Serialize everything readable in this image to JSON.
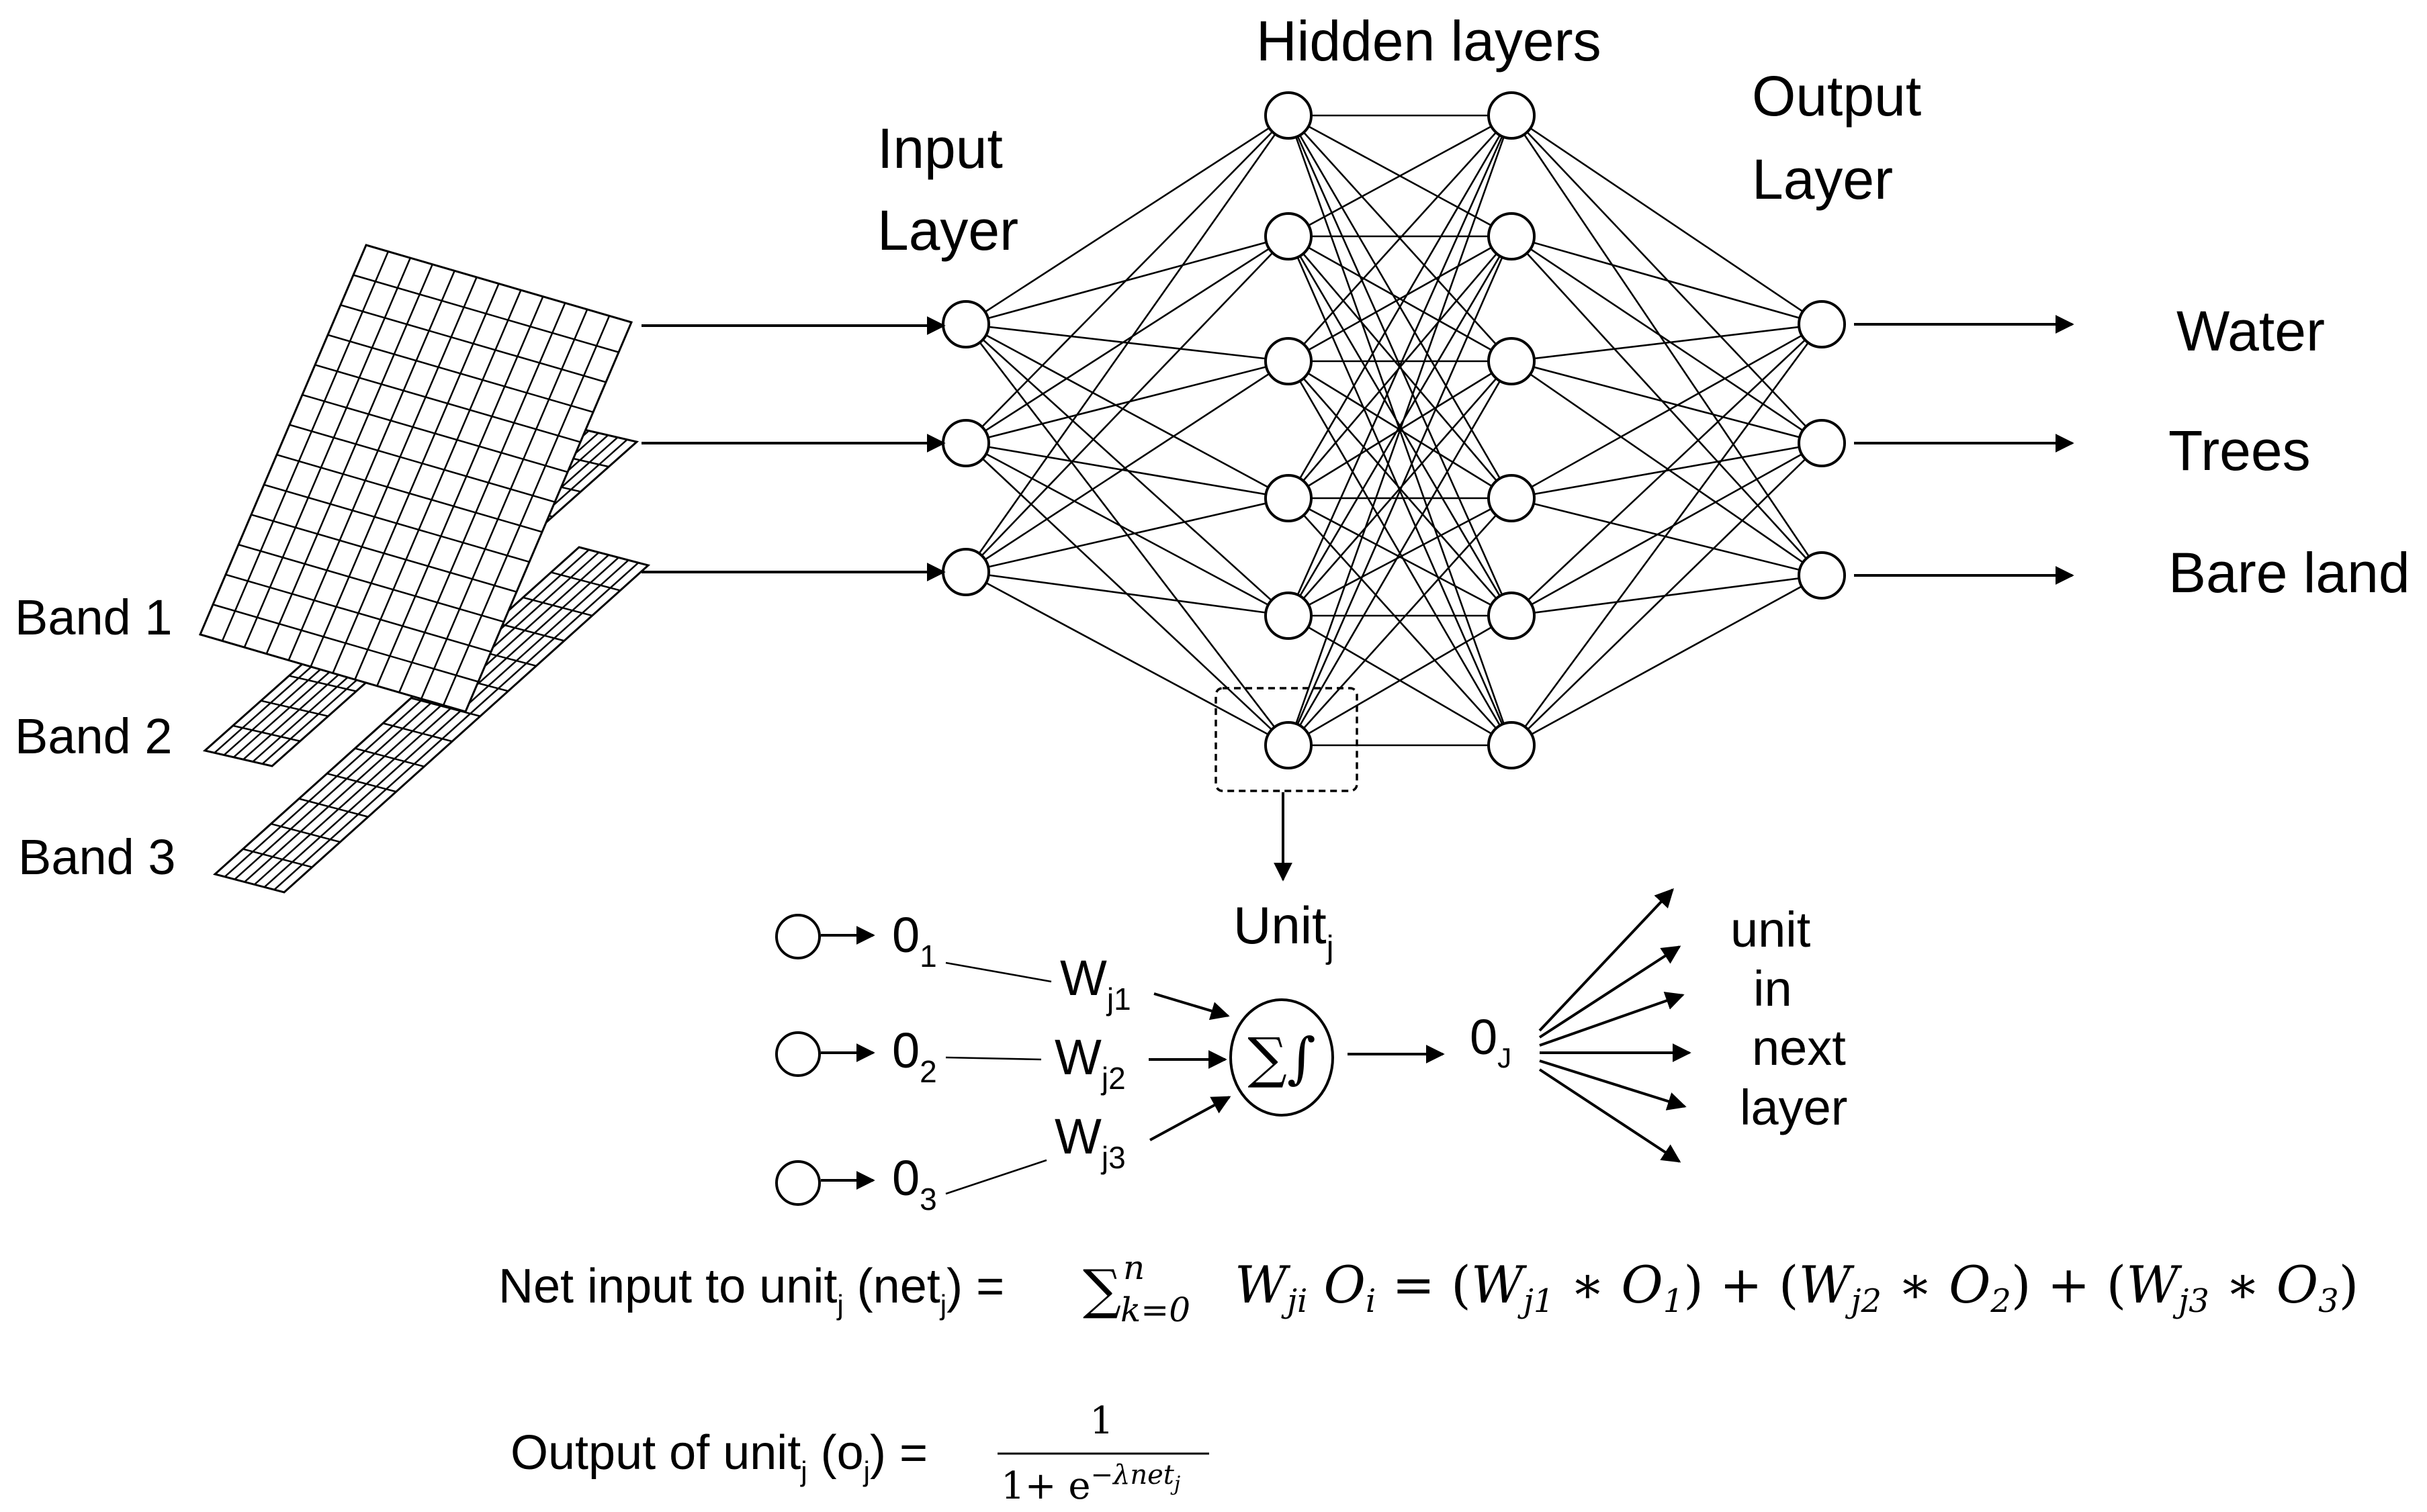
{
  "layers": {
    "input_title_line1": "Input",
    "input_title_line2": "Layer",
    "hidden_title": "Hidden layers",
    "output_title_line1": "Output",
    "output_title_line2": "Layer"
  },
  "bands": [
    "Band 1",
    "Band 2",
    "Band 3"
  ],
  "outputs": [
    "Water",
    "Trees",
    "Bare land"
  ],
  "unit_detail": {
    "unit_label": "Unit",
    "unit_sub": "j",
    "inputs": [
      {
        "o": "0",
        "o_sub": "1",
        "w": "W",
        "w_sub": "j1"
      },
      {
        "o": "0",
        "o_sub": "2",
        "w": "W",
        "w_sub": "j2"
      },
      {
        "o": "0",
        "o_sub": "3",
        "w": "W",
        "w_sub": "j3"
      }
    ],
    "sum_symbol": "∑∫",
    "output": "0",
    "output_sub": "J",
    "next_text": [
      "unit",
      "in",
      "next",
      "layer"
    ]
  },
  "formulas": {
    "net_prefix": "Net input to unit",
    "net_sub": "j",
    "net_mid": " (net",
    "net_mid_sub": "j",
    "net_eq": ") = ",
    "net_expr": "∑ W_ji O_i = (W_j1 ∗ O_1) + (W_j2 ∗ O_2) + (W_j3 ∗ O_3)",
    "sum_upper": "n",
    "sum_lower": "k=0",
    "out_prefix": "Output of unit",
    "out_sub": "j",
    "out_mid": " (o",
    "out_mid_sub": "j",
    "out_eq": ") = ",
    "frac_num": "1",
    "frac_den": "1+ e",
    "frac_exp": "−λnet",
    "frac_exp_sub": "j"
  }
}
